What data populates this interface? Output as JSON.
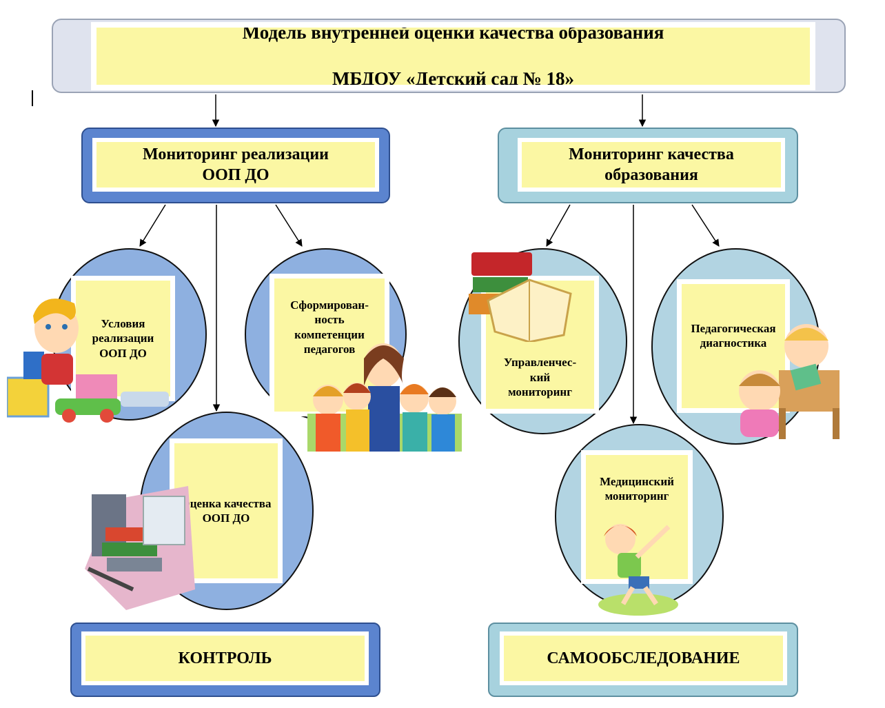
{
  "title": {
    "line1": "Модель внутренней оценки качества образования",
    "line2": "МБДОУ «Детский сад № 18»"
  },
  "left_branch": {
    "header": "Мониторинг реализации\nООП ДО",
    "items": [
      "Условия\nреализации\nООП ДО",
      "Сформирован-\nность\nкомпетенции\nпедагогов",
      "Оценка качества\nООП ДО"
    ],
    "footer": "КОНТРОЛЬ"
  },
  "right_branch": {
    "header": "Мониторинг качества\nобразования",
    "items": [
      "Управленчес-\nкий\nмониторинг",
      "Педагогическая\nдиагностика",
      "Медицинский\nмониторинг"
    ],
    "footer": "САМООБСЛЕДОВАНИЕ"
  },
  "colors": {
    "yellow": "#fbf7a3",
    "blue": "#5b84cf",
    "teal": "#a7d2de",
    "circle_blue": "#8eb0e0",
    "circle_teal": "#b2d4e2"
  },
  "illustrations": [
    "boy-with-toys-icon",
    "teacher-with-children-icon",
    "books-icon",
    "open-book-icon",
    "children-at-desk-icon",
    "girl-exercising-icon"
  ]
}
